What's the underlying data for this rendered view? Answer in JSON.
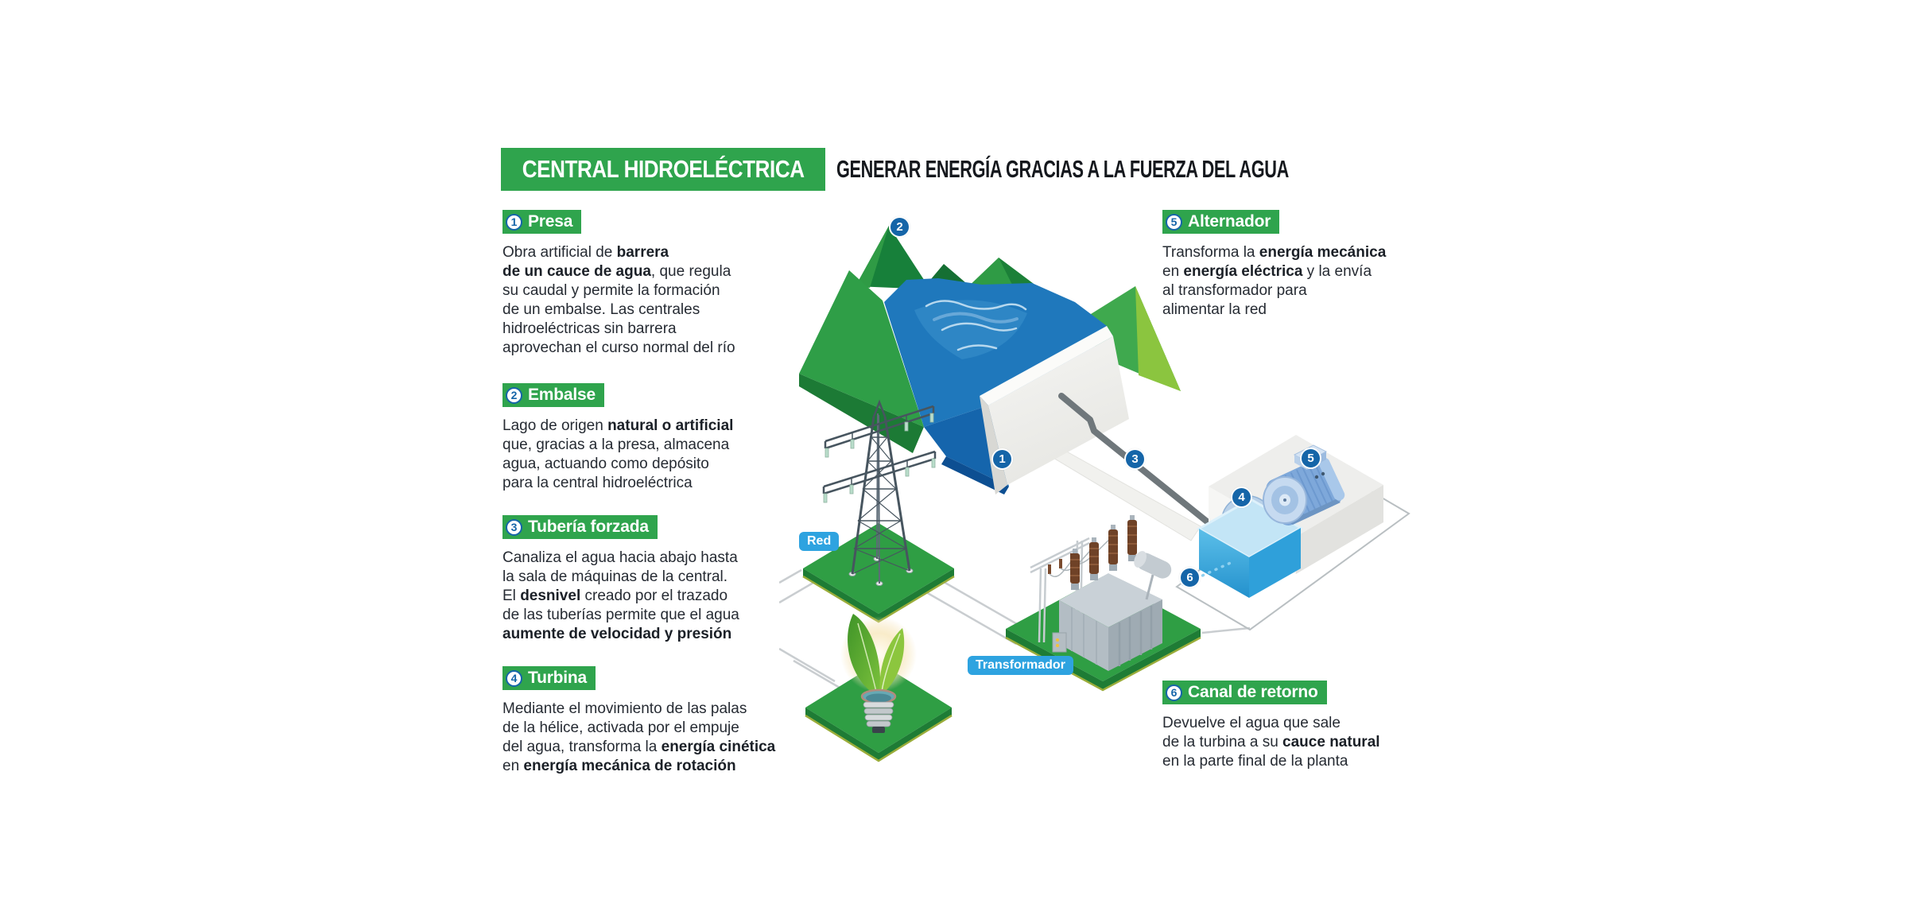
{
  "header": {
    "title": "CENTRAL HIDROELÉCTRICA",
    "subtitle": "GENERAR ENERGÍA GRACIAS A LA FUERZA DEL AGUA"
  },
  "colors": {
    "green": "#2fa44d",
    "badge_blue": "#1565a8",
    "label_blue": "#2ea3e0",
    "water_blue": "#1f78bc",
    "text": "#262b33"
  },
  "sections": [
    {
      "num": "1",
      "title": "Presa",
      "lines": [
        [
          {
            "t": "Obra artificial de "
          },
          {
            "t": "barrera",
            "b": 1
          }
        ],
        [
          {
            "t": "de un cauce de agua",
            "b": 1
          },
          {
            "t": ", que regula"
          }
        ],
        [
          {
            "t": "su caudal y permite la formación"
          }
        ],
        [
          {
            "t": "de un embalse. Las centrales"
          }
        ],
        [
          {
            "t": "hidroeléctricas sin barrera"
          }
        ],
        [
          {
            "t": "aprovechan el curso normal del río"
          }
        ]
      ]
    },
    {
      "num": "2",
      "title": "Embalse",
      "lines": [
        [
          {
            "t": "Lago de origen "
          },
          {
            "t": "natural o artificial",
            "b": 1
          }
        ],
        [
          {
            "t": "que, gracias a la presa, almacena"
          }
        ],
        [
          {
            "t": "agua, actuando como depósito"
          }
        ],
        [
          {
            "t": "para la central hidroeléctrica"
          }
        ]
      ]
    },
    {
      "num": "3",
      "title": "Tubería forzada",
      "lines": [
        [
          {
            "t": "Canaliza el agua hacia abajo hasta"
          }
        ],
        [
          {
            "t": "la sala de máquinas de la central."
          }
        ],
        [
          {
            "t": "El "
          },
          {
            "t": "desnivel",
            "b": 1
          },
          {
            "t": " creado por el trazado"
          }
        ],
        [
          {
            "t": "de las tuberías permite que el agua"
          }
        ],
        [
          {
            "t": "aumente de velocidad y presión",
            "b": 1
          }
        ]
      ]
    },
    {
      "num": "4",
      "title": "Turbina",
      "lines": [
        [
          {
            "t": "Mediante el movimiento de las palas"
          }
        ],
        [
          {
            "t": "de la hélice, activada por el empuje"
          }
        ],
        [
          {
            "t": "del agua, transforma la "
          },
          {
            "t": "energía cinética",
            "b": 1
          }
        ],
        [
          {
            "t": "en "
          },
          {
            "t": "energía mecánica de rotación",
            "b": 1
          }
        ]
      ]
    },
    {
      "num": "5",
      "title": "Alternador",
      "lines": [
        [
          {
            "t": "Transforma la "
          },
          {
            "t": "energía mecánica",
            "b": 1
          }
        ],
        [
          {
            "t": "en "
          },
          {
            "t": "energía eléctrica",
            "b": 1
          },
          {
            "t": " y la envía"
          }
        ],
        [
          {
            "t": "al transformador para"
          }
        ],
        [
          {
            "t": "alimentar la red"
          }
        ]
      ]
    },
    {
      "num": "6",
      "title": "Canal de retorno",
      "lines": [
        [
          {
            "t": "Devuelve el agua que sale"
          }
        ],
        [
          {
            "t": "de la turbina a su "
          },
          {
            "t": "cauce natural",
            "b": 1
          }
        ],
        [
          {
            "t": "en la parte final de la planta"
          }
        ]
      ]
    }
  ],
  "diagram": {
    "badges": [
      {
        "n": "1"
      },
      {
        "n": "2"
      },
      {
        "n": "3"
      },
      {
        "n": "4"
      },
      {
        "n": "5"
      },
      {
        "n": "6"
      }
    ],
    "labels": {
      "grid": "Red",
      "transformer": "Transformador"
    }
  }
}
